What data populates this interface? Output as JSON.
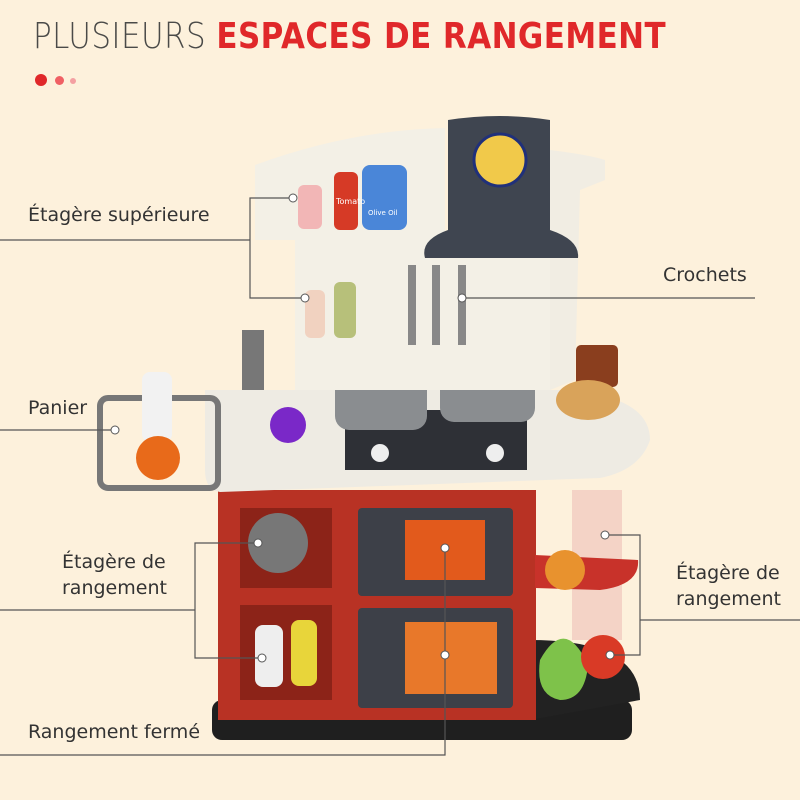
{
  "title": {
    "part1": "PLUSIEURS",
    "part2": "ESPACES DE RANGEMENT"
  },
  "colors": {
    "background": "#fdf1dc",
    "accent": "#e0282a",
    "text": "#4a4a48"
  },
  "callouts": [
    {
      "label": "Étagère supérieure"
    },
    {
      "label": "Crochets"
    },
    {
      "label": "Panier"
    },
    {
      "label_line1": "Étagère de",
      "label_line2": "rangement"
    },
    {
      "label": "Rangement fermé"
    },
    {
      "label_line1": "Étagère de",
      "label_line2": "rangement"
    }
  ],
  "product_labels": {
    "tomato": "Tomato",
    "olive_oil": "Olive Oil"
  }
}
